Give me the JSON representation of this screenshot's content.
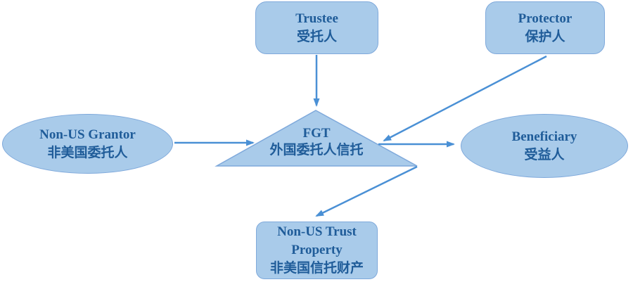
{
  "diagram": {
    "description": "Foreign Grantor Trust (FGT) structure diagram, bilingual English/Chinese",
    "nodes": {
      "trustee": {
        "shape": "rounded-rect",
        "en": "Trustee",
        "zh": "受托人"
      },
      "protector": {
        "shape": "rounded-rect",
        "en": "Protector",
        "zh": "保护人"
      },
      "grantor": {
        "shape": "ellipse",
        "en": "Non-US Grantor",
        "zh": "非美国委托人"
      },
      "fgt": {
        "shape": "triangle",
        "en": "FGT",
        "zh": "外国委托人信托"
      },
      "beneficiary": {
        "shape": "ellipse",
        "en": "Beneficiary",
        "zh": "受益人"
      },
      "property": {
        "shape": "rounded-rect",
        "en_line1": "Non-US Trust",
        "en_line2": "Property",
        "zh": "非美国信托财产"
      }
    },
    "edges": [
      {
        "from": "trustee",
        "to": "fgt",
        "style": "arrow"
      },
      {
        "from": "grantor",
        "to": "fgt",
        "style": "arrow"
      },
      {
        "from": "protector",
        "to": "fgt",
        "style": "arrow"
      },
      {
        "from": "fgt",
        "to": "beneficiary",
        "style": "arrow"
      },
      {
        "from": "fgt",
        "to": "property",
        "style": "arrow"
      }
    ],
    "colors": {
      "shape_fill": "#a9cbea",
      "shape_border": "#7fa9db",
      "arrow": "#4a90d5",
      "text": "#1f5c99",
      "background": "#ffffff"
    }
  }
}
